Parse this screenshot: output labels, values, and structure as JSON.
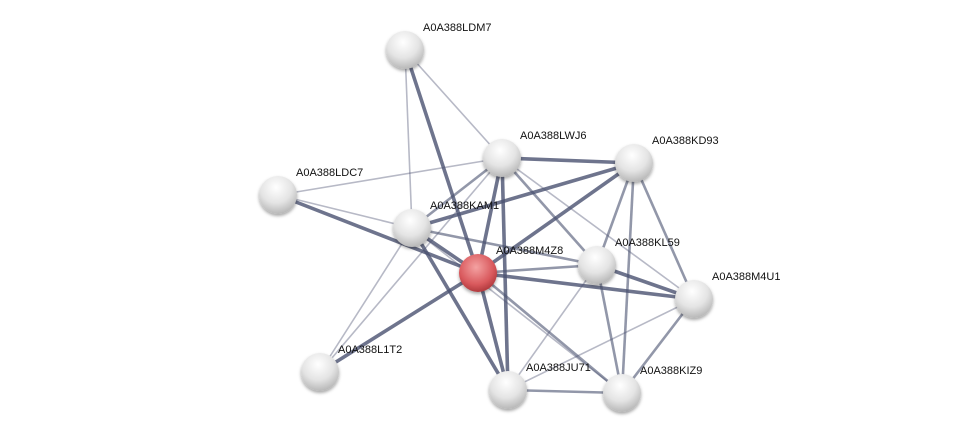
{
  "network": {
    "query_node": "A0A388M4Z8",
    "colors": {
      "query": "#d9595d",
      "node": "#e6e6e6",
      "edge": "#4a5170"
    },
    "nodes": [
      {
        "id": "A0A388LDM7"
      },
      {
        "id": "A0A388LWJ6"
      },
      {
        "id": "A0A388KD93"
      },
      {
        "id": "A0A388LDC7"
      },
      {
        "id": "A0A388KAM1"
      },
      {
        "id": "A0A388M4Z8"
      },
      {
        "id": "A0A388KL59"
      },
      {
        "id": "A0A388M4U1"
      },
      {
        "id": "A0A388L1T2"
      },
      {
        "id": "A0A388JU71"
      },
      {
        "id": "A0A388KIZ9"
      }
    ],
    "edges": [
      [
        "A0A388LDM7",
        "A0A388KAM1",
        1
      ],
      [
        "A0A388LDM7",
        "A0A388M4Z8",
        3
      ],
      [
        "A0A388LDM7",
        "A0A388LWJ6",
        1
      ],
      [
        "A0A388LDC7",
        "A0A388LWJ6",
        1
      ],
      [
        "A0A388LDC7",
        "A0A388KAM1",
        1
      ],
      [
        "A0A388LDC7",
        "A0A388M4Z8",
        3
      ],
      [
        "A0A388LWJ6",
        "A0A388KD93",
        3
      ],
      [
        "A0A388LWJ6",
        "A0A388KAM1",
        2
      ],
      [
        "A0A388LWJ6",
        "A0A388M4Z8",
        3
      ],
      [
        "A0A388LWJ6",
        "A0A388JU71",
        3
      ],
      [
        "A0A388LWJ6",
        "A0A388KL59",
        2
      ],
      [
        "A0A388LWJ6",
        "A0A388M4U1",
        1
      ],
      [
        "A0A388LWJ6",
        "A0A388L1T2",
        1
      ],
      [
        "A0A388KD93",
        "A0A388KAM1",
        3
      ],
      [
        "A0A388KD93",
        "A0A388M4Z8",
        3
      ],
      [
        "A0A388KD93",
        "A0A388KL59",
        2
      ],
      [
        "A0A388KD93",
        "A0A388KIZ9",
        2
      ],
      [
        "A0A388KD93",
        "A0A388M4U1",
        2
      ],
      [
        "A0A388KAM1",
        "A0A388M4Z8",
        3
      ],
      [
        "A0A388KAM1",
        "A0A388JU71",
        3
      ],
      [
        "A0A388KAM1",
        "A0A388KL59",
        2
      ],
      [
        "A0A388KAM1",
        "A0A388L1T2",
        1
      ],
      [
        "A0A388KAM1",
        "A0A388KIZ9",
        1
      ],
      [
        "A0A388M4Z8",
        "A0A388KL59",
        2
      ],
      [
        "A0A388M4Z8",
        "A0A388M4U1",
        3
      ],
      [
        "A0A388M4Z8",
        "A0A388L1T2",
        3
      ],
      [
        "A0A388M4Z8",
        "A0A388JU71",
        3
      ],
      [
        "A0A388M4Z8",
        "A0A388KIZ9",
        2
      ],
      [
        "A0A388KL59",
        "A0A388M4U1",
        3
      ],
      [
        "A0A388KL59",
        "A0A388KIZ9",
        2
      ],
      [
        "A0A388KL59",
        "A0A388JU71",
        1
      ],
      [
        "A0A388M4U1",
        "A0A388JU71",
        1
      ],
      [
        "A0A388M4U1",
        "A0A388KIZ9",
        2
      ],
      [
        "A0A388JU71",
        "A0A388KIZ9",
        2
      ]
    ]
  }
}
